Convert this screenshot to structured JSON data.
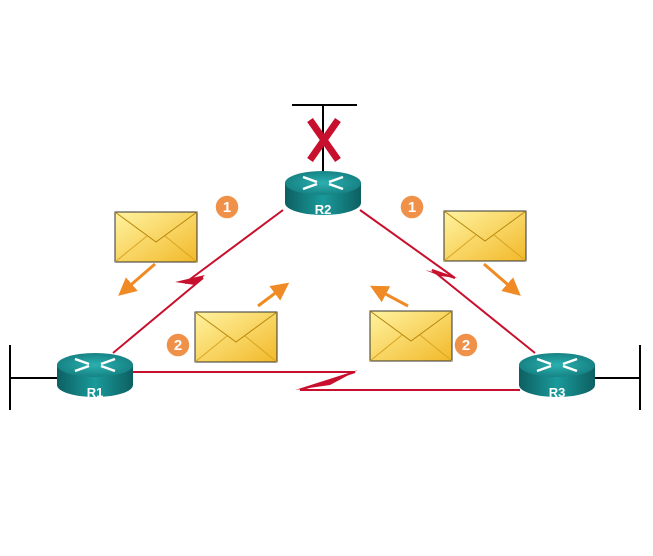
{
  "routers": [
    {
      "id": "r1",
      "label": "R1"
    },
    {
      "id": "r2",
      "label": "R2"
    },
    {
      "id": "r3",
      "label": "R3"
    }
  ],
  "badges": [
    {
      "id": "b1a",
      "label": "1"
    },
    {
      "id": "b1b",
      "label": "1"
    },
    {
      "id": "b2a",
      "label": "2"
    },
    {
      "id": "b2b",
      "label": "2"
    }
  ],
  "colors": {
    "link": "#c8102e",
    "fail_mark": "#c8102e",
    "badge": "#f0914a",
    "arrow": "#f08a24",
    "envelope": "#f7cf3c",
    "router": "#137a7c"
  }
}
